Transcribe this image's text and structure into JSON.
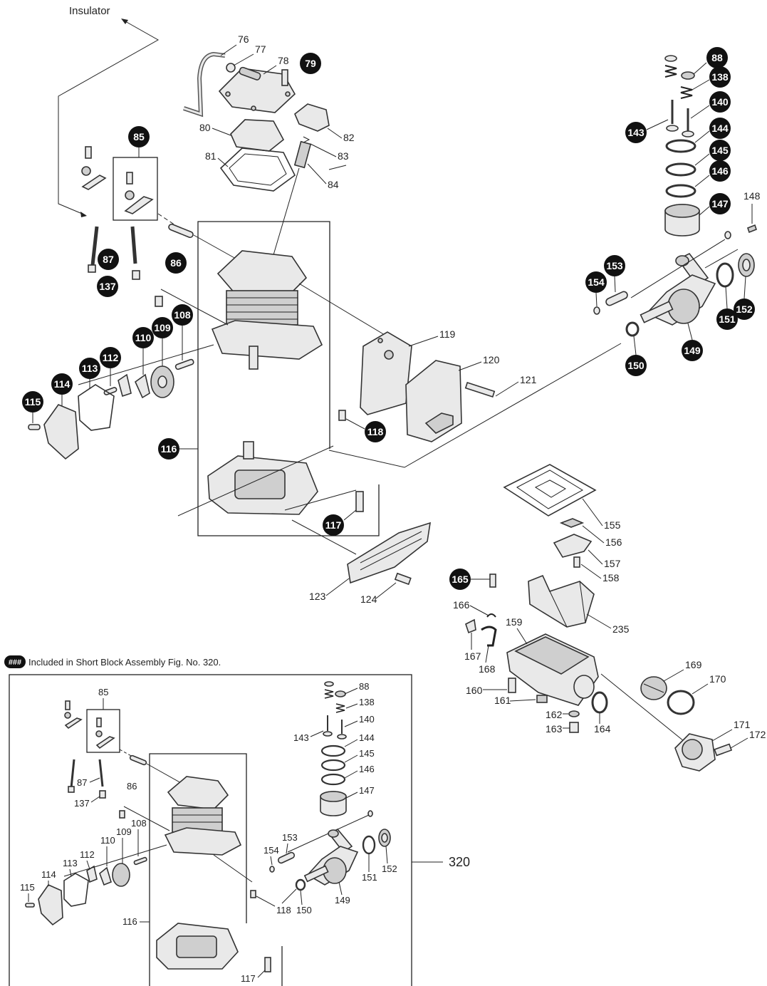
{
  "diagram": {
    "insulator_label": "Insulator",
    "note_badge": "###",
    "note_text": "Included in Short Block Assembly Fig. No. 320.",
    "assembly_number": "320"
  },
  "parts": {
    "p76": "76",
    "p77": "77",
    "p78": "78",
    "p79": "79",
    "p80": "80",
    "p81": "81",
    "p82": "82",
    "p83": "83",
    "p84": "84",
    "p85": "85",
    "p86": "86",
    "p87": "87",
    "p88": "88",
    "p108": "108",
    "p109": "109",
    "p110": "110",
    "p112": "112",
    "p113": "113",
    "p114": "114",
    "p115": "115",
    "p116": "116",
    "p117": "117",
    "p118": "118",
    "p119": "119",
    "p120": "120",
    "p121": "121",
    "p123": "123",
    "p124": "124",
    "p137": "137",
    "p138": "138",
    "p140": "140",
    "p143": "143",
    "p144": "144",
    "p145": "145",
    "p146": "146",
    "p147": "147",
    "p148": "148",
    "p149": "149",
    "p150": "150",
    "p151": "151",
    "p152": "152",
    "p153": "153",
    "p154": "154",
    "p155": "155",
    "p156": "156",
    "p157": "157",
    "p158": "158",
    "p159": "159",
    "p160": "160",
    "p161": "161",
    "p162": "162",
    "p163": "163",
    "p164": "164",
    "p165": "165",
    "p166": "166",
    "p167": "167",
    "p168": "168",
    "p169": "169",
    "p170": "170",
    "p171": "171",
    "p172": "172",
    "p235": "235"
  }
}
